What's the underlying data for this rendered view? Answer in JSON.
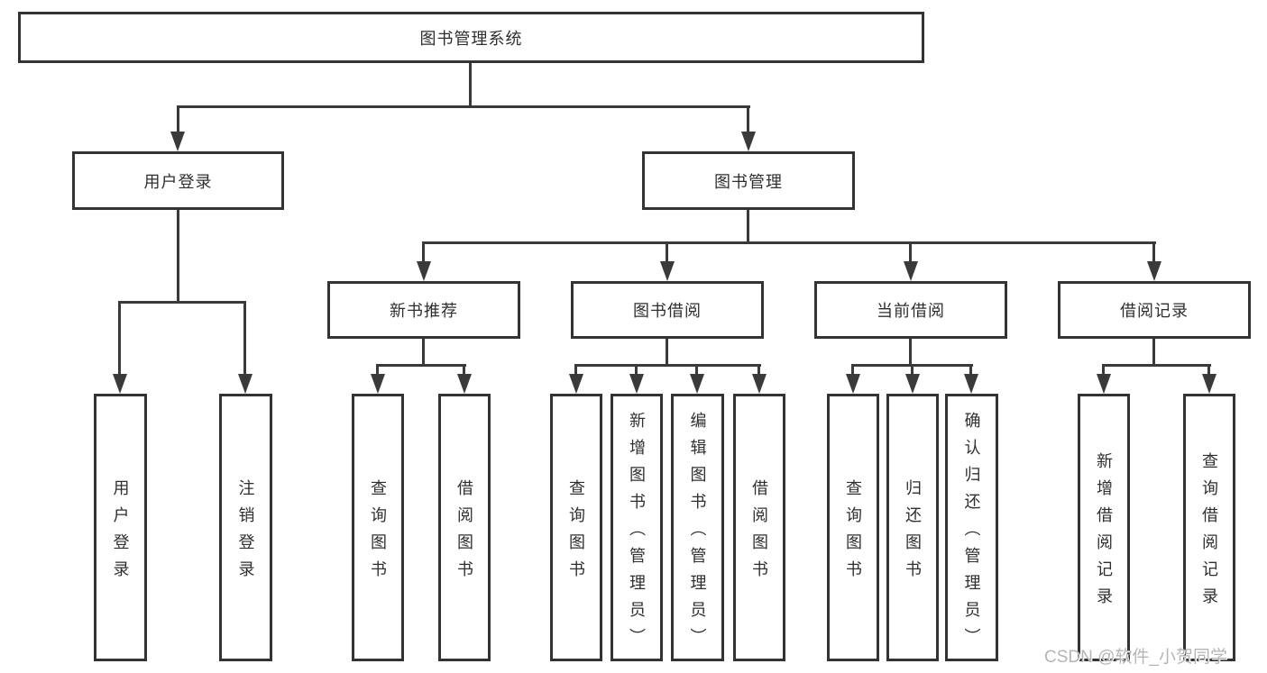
{
  "diagram": {
    "type": "tree",
    "background": "#ffffff",
    "line_color": "#3a3a3a",
    "border_color": "#333333",
    "text_color": "#2f2f2f"
  },
  "tree": {
    "root": {
      "label": "图书管理系统",
      "children": [
        {
          "label": "用户登录",
          "children": [
            {
              "label": "用户登录"
            },
            {
              "label": "注销登录"
            }
          ]
        },
        {
          "label": "图书管理",
          "children": [
            {
              "label": "新书推荐",
              "children": [
                {
                  "label": "查询图书"
                },
                {
                  "label": "借阅图书"
                }
              ]
            },
            {
              "label": "图书借阅",
              "children": [
                {
                  "label": "查询图书"
                },
                {
                  "label": "新增图书（管理员）"
                },
                {
                  "label": "编辑图书（管理员）"
                },
                {
                  "label": "借阅图书"
                }
              ]
            },
            {
              "label": "当前借阅",
              "children": [
                {
                  "label": "查询图书"
                },
                {
                  "label": "归还图书"
                },
                {
                  "label": "确认归还（管理员）"
                }
              ]
            },
            {
              "label": "借阅记录",
              "children": [
                {
                  "label": "新增借阅记录"
                },
                {
                  "label": "查询借阅记录"
                }
              ]
            }
          ]
        }
      ]
    }
  },
  "watermark": {
    "text": "CSDN @软件_小贺同学",
    "color": "#b5b5b5"
  }
}
